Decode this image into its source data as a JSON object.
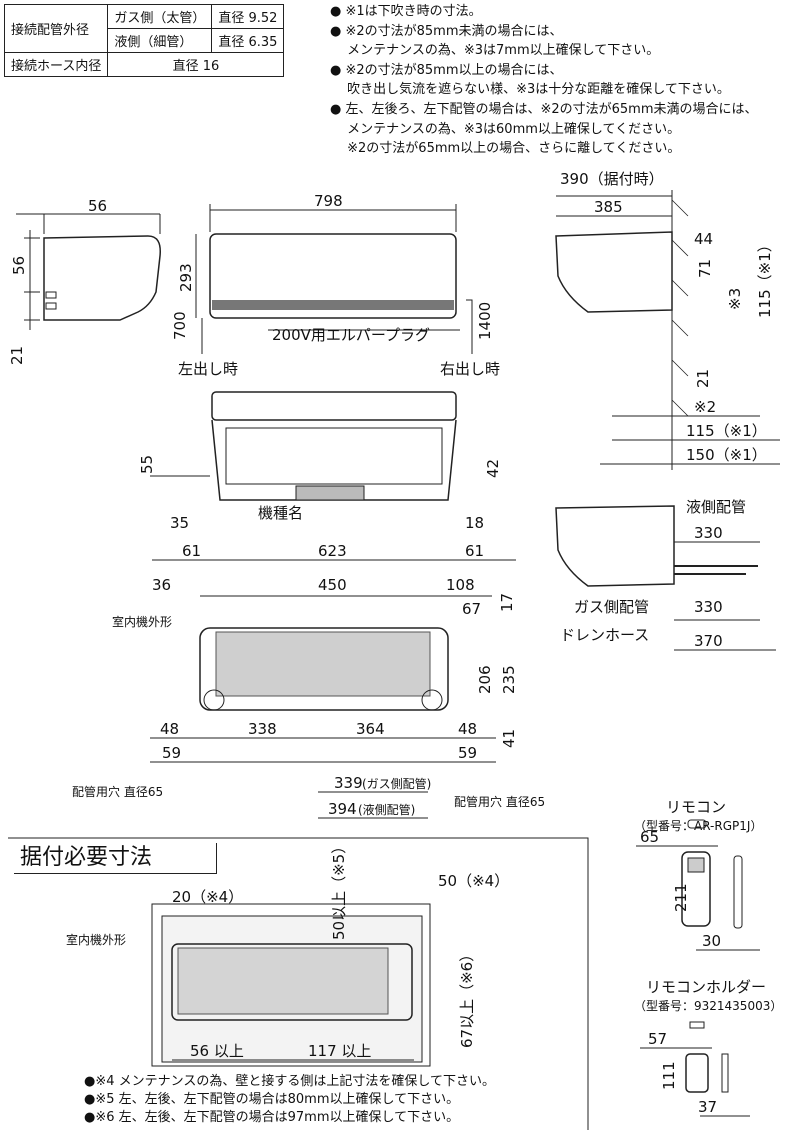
{
  "spec_table": {
    "row1_label": "接続配管外径",
    "gas_label": "ガス側（太管）",
    "gas_value": "直径 9.52",
    "liquid_label": "液側（細管）",
    "liquid_value": "直径 6.35",
    "row2_label": "接続ホース内径",
    "hose_value": "直径 16"
  },
  "notes": [
    "● ※1は下吹き時の寸法。",
    "● ※2の寸法が85mm未満の場合には、",
    "　 メンテナンスの為、※3は7mm以上確保して下さい。",
    "● ※2の寸法が85mm以上の場合には、",
    "　 吹き出し気流を遮らない様、※3は十分な距離を確保して下さい。",
    "● 左、左後ろ、左下配管の場合は、※2の寸法が65mm未満の場合には、",
    "　 メンテナンスの為、※3は60mm以上確保してください。",
    "　 ※2の寸法が65mm以上の場合、さらに離してください。"
  ],
  "side_view": {
    "w56": "56",
    "h56": "56",
    "h21": "21"
  },
  "front_view": {
    "w798": "798",
    "h293": "293",
    "h700": "700",
    "h1400": "1400",
    "plug": "200V用エルパープラグ",
    "left_out": "左出し時",
    "right_out": "右出し時"
  },
  "right_view": {
    "w390": "390（据付時）",
    "w385": "385",
    "d44": "44",
    "d71": "71",
    "s3": "※3",
    "d115a": "115（※1）",
    "d21": "21",
    "s2": "※2",
    "d115b": "115（※1）",
    "d150": "150（※1）"
  },
  "bottom_view": {
    "d55": "55",
    "d42": "42",
    "d35": "35",
    "d18": "18",
    "d61a": "61",
    "d623": "623",
    "d61b": "61",
    "model": "機種名"
  },
  "pipe_view": {
    "liquid": "液側配管",
    "gas": "ガス側配管",
    "drain": "ドレンホース",
    "d330a": "330",
    "d330b": "330",
    "d370": "370"
  },
  "rear_view": {
    "d36": "36",
    "d450": "450",
    "d108": "108",
    "d67": "67",
    "d17": "17",
    "outline": "室内機外形",
    "d206": "206",
    "d235": "235",
    "d48a": "48",
    "d338": "338",
    "d364": "364",
    "d48b": "48",
    "d41": "41",
    "d59a": "59",
    "d59b": "59",
    "hole_left": "配管用穴 直径65",
    "hole_right": "配管用穴 直径65",
    "d339": "339",
    "d339_note": "(ガス側配管)",
    "d394": "394",
    "d394_note": "(液側配管)"
  },
  "remote": {
    "title": "リモコン",
    "model": "（型番号：AR-RGP1J）",
    "d65": "65",
    "d211": "211",
    "d30": "30"
  },
  "holder": {
    "title": "リモコンホルダー",
    "model": "（型番号：9321435003）",
    "d57": "57",
    "d111": "111",
    "d37": "37"
  },
  "install": {
    "title": "据付必要寸法",
    "d20": "20（※4）",
    "d50top": "50以上（※5）",
    "d50side": "50（※4）",
    "outline": "室内機外形",
    "d67": "67以上（※6）",
    "d56": "56 以上",
    "d117": "117 以上"
  },
  "bottom_notes": [
    "●※4 メンテナンスの為、壁と接する側は上記寸法を確保して下さい。",
    "●※5 左、左後、左下配管の場合は80mm以上確保して下さい。",
    "●※6 左、左後、左下配管の場合は97mm以上確保して下さい。"
  ]
}
